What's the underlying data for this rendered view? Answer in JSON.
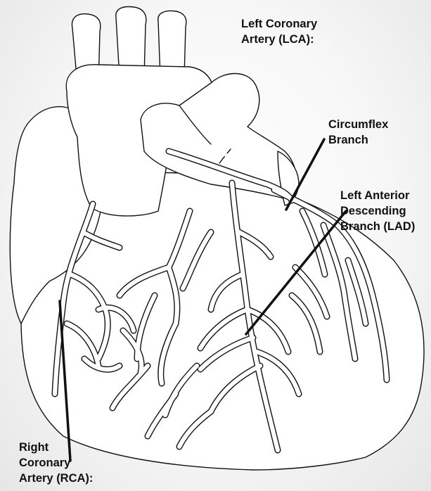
{
  "labels": {
    "lca": "Left Coronary\nArtery (LCA):",
    "circumflex": "Circumflex\nBranch",
    "lad": "Left Anterior\nDescending\nBranch (LAD)",
    "rca": "Right\nCoronary\nArtery (RCA):"
  },
  "colors": {
    "outline": "#111111",
    "fill": "#ffffff",
    "background": "#efefef",
    "text": "#111111"
  },
  "icons": [
    "heart-illustration"
  ]
}
